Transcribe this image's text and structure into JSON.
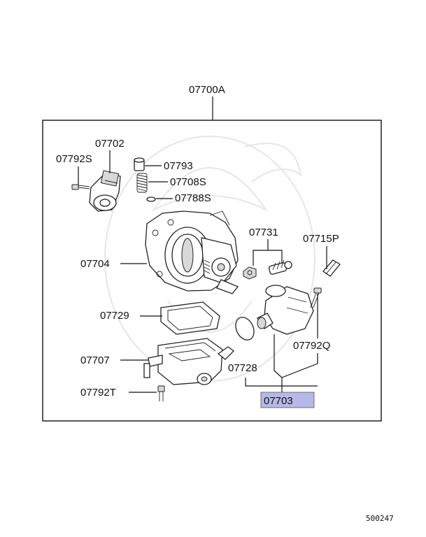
{
  "diagram": {
    "assembly_label": "07700A",
    "highlight_color": "#b8b8e8",
    "catalog_number": "500247",
    "parts": {
      "p07702": "07702",
      "p07792S": "07792S",
      "p07793": "07793",
      "p07708S": "07708S",
      "p07788S": "07788S",
      "p07731": "07731",
      "p07715P": "07715P",
      "p07704": "07704",
      "p07729": "07729",
      "p07792Q": "07792Q",
      "p07707": "07707",
      "p07728": "07728",
      "p07792T": "07792T",
      "p07703": "07703"
    }
  }
}
